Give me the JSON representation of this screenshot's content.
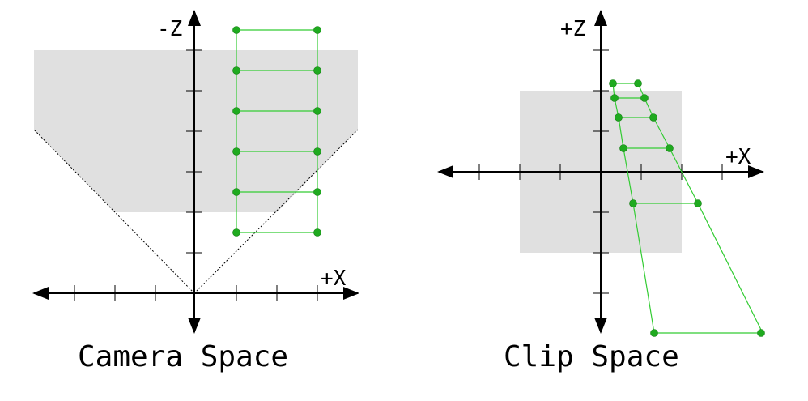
{
  "left_diagram": {
    "caption": "Camera Space",
    "x_axis_label": "+X",
    "z_axis_label": "-Z",
    "colors": {
      "region": "#e0e0e0",
      "shape": "#33cc33",
      "point": "#1faa1f",
      "axis": "#000000"
    }
  },
  "right_diagram": {
    "caption": "Clip Space",
    "x_axis_label": "+X",
    "z_axis_label": "+Z",
    "colors": {
      "region": "#e0e0e0",
      "shape": "#33cc33",
      "point": "#1faa1f",
      "axis": "#000000"
    }
  }
}
